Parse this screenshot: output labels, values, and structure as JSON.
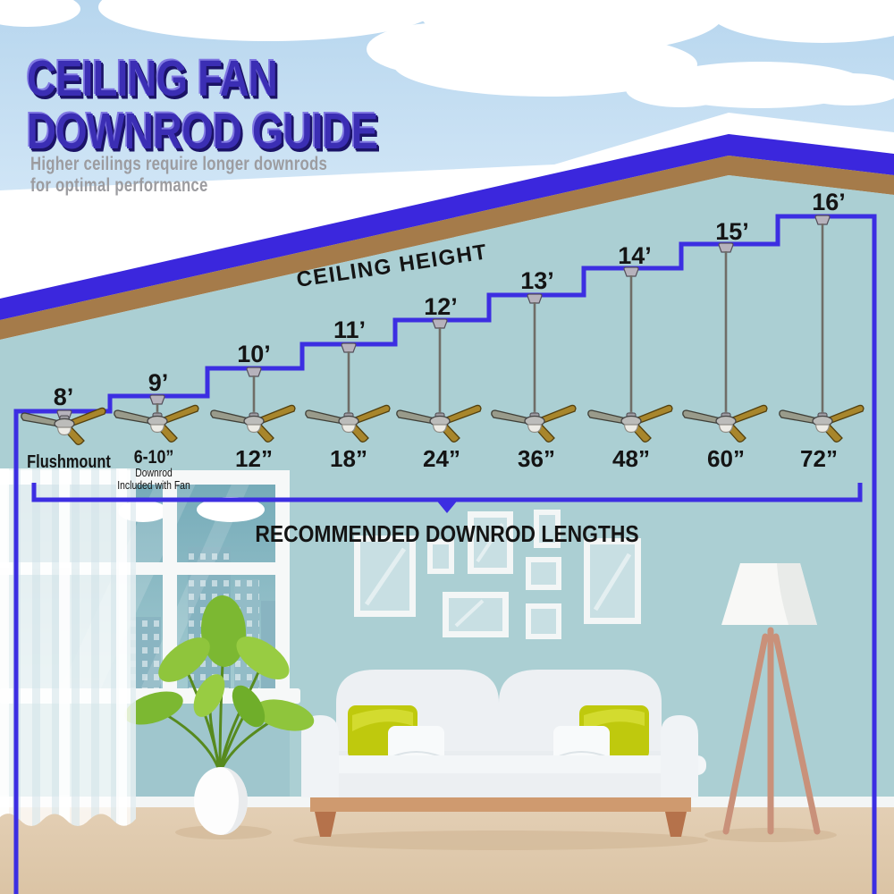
{
  "header": {
    "title_line1": "CEILING FAN",
    "title_line2": "DOWNROD GUIDE",
    "subtitle_line1": "Higher ceilings require longer downrods",
    "subtitle_line2": "for optimal performance"
  },
  "diagram": {
    "ceiling_axis_label": "CEILING HEIGHT",
    "bracket_label": "RECOMMENDED DOWNROD LENGTHS",
    "entries": [
      {
        "ceiling_height": "8’",
        "downrod_length": "Flushmount"
      },
      {
        "ceiling_height": "9’",
        "downrod_length": "6-10”",
        "note_line1": "Downrod",
        "note_line2": "Included with Fan"
      },
      {
        "ceiling_height": "10’",
        "downrod_length": "12”"
      },
      {
        "ceiling_height": "11’",
        "downrod_length": "18”"
      },
      {
        "ceiling_height": "12’",
        "downrod_length": "24”"
      },
      {
        "ceiling_height": "13’",
        "downrod_length": "36”"
      },
      {
        "ceiling_height": "14’",
        "downrod_length": "48”"
      },
      {
        "ceiling_height": "15’",
        "downrod_length": "60”"
      },
      {
        "ceiling_height": "16’",
        "downrod_length": "72”"
      }
    ]
  },
  "palette": {
    "line_blue": "#3c2ee2",
    "roof_blue": "#3b27dd",
    "roof_brown": "#a57b4a",
    "wall_teal": "#abcfd3",
    "floor_beige": "#dfc9ad",
    "title_blue": "#3b2eb4",
    "subtitle_gray": "#9c9ca0",
    "blade_gold": "#a8862c",
    "pillow_green": "#bfc90d"
  }
}
